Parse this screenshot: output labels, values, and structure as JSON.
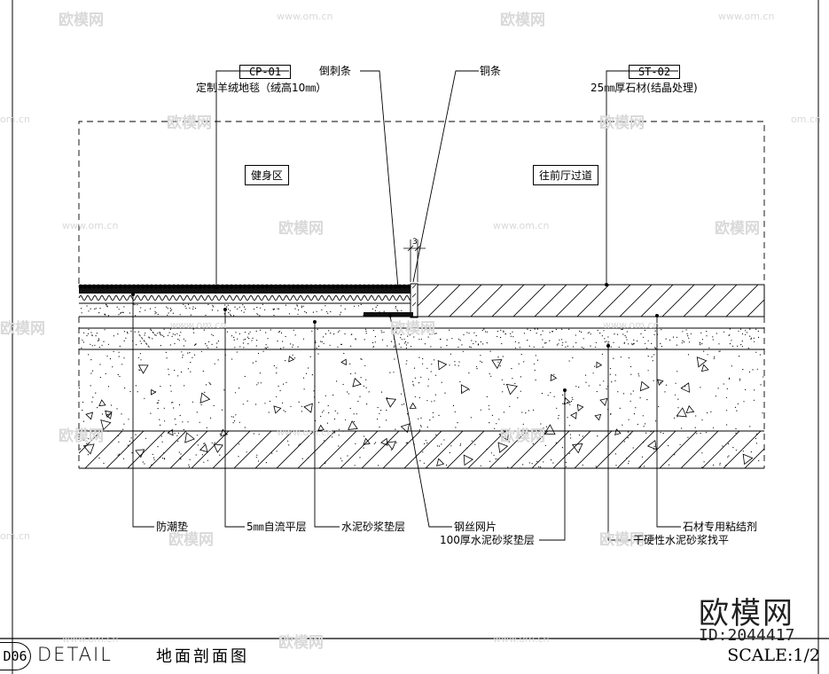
{
  "tags": {
    "left": {
      "code": "CP-01",
      "desc": "定制羊绒地毯（绒高10㎜）"
    },
    "right": {
      "code": "ST-02",
      "desc": "25㎜厚石材(结晶处理)"
    }
  },
  "top_labels": {
    "gripper": "倒刺条",
    "copper": "铜条"
  },
  "zones": {
    "left": "健身区",
    "right": "往前厅过道"
  },
  "dimension": "3",
  "bottom_labels": {
    "moisture": "防潮垫",
    "self_level": "5㎜自流平层",
    "cement_mortar": "水泥砂浆垫层",
    "wire_mesh": "钢丝网片",
    "mortar_100": "100厚水泥砂浆垫层",
    "stone_adhesive": "石材专用粘结剂",
    "dry_mortar": "干硬性水泥砂浆找平"
  },
  "title_block": {
    "code": "D06",
    "word": "DETAIL",
    "title": "地面剖面图",
    "scale": "SCALE:1/2"
  },
  "brand": {
    "name": "欧模网",
    "id": "ID:2044417"
  },
  "watermark": {
    "logo": "欧模网",
    "url": "www.om.cn",
    "url_short": "om.cn"
  }
}
